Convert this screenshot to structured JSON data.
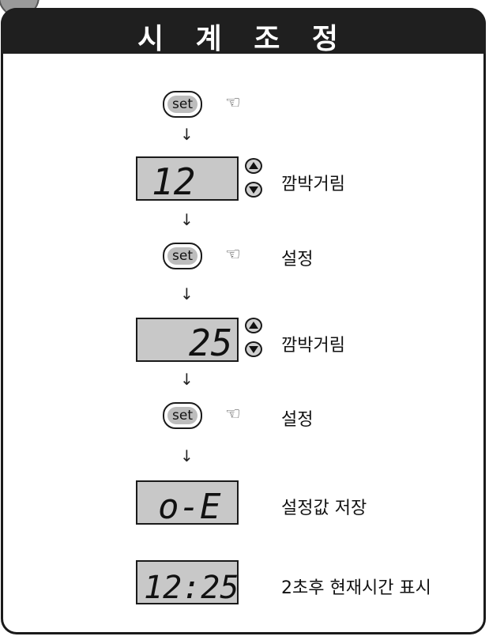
{
  "title": "시 계 조 정",
  "steps": {
    "set_label": "set",
    "blink_label": "깜박거림",
    "set_confirm_label": "설정",
    "save_label": "설정값 저장",
    "display_label": "2초후 현재시간 표시"
  },
  "displays": {
    "hour": "12",
    "minute": "25",
    "ok": "o-E",
    "time": "12:25"
  },
  "icons": {
    "hand": "pointing-hand-icon",
    "down_arrow": "down-arrow-icon",
    "up_button": "up-triangle-icon",
    "down_button": "down-triangle-icon"
  }
}
